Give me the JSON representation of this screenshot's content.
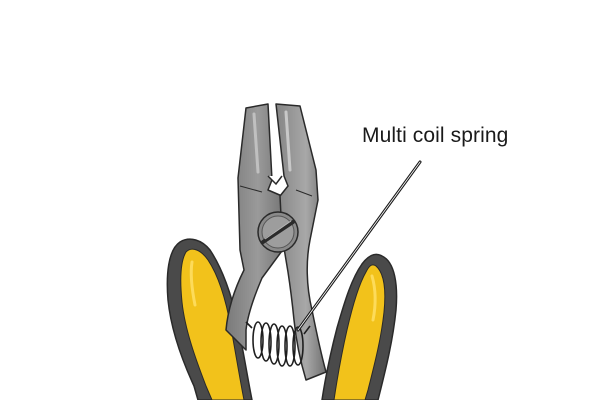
{
  "callout": {
    "label": "Multi coil spring"
  },
  "colors": {
    "background": "#ffffff",
    "steel_dark": "#6e6e6e",
    "steel_mid": "#8c8c8c",
    "steel_light": "#b4b4b4",
    "handle_yellow": "#f2c21b",
    "handle_grip": "#4a4a4a",
    "outline": "#2a2a2a"
  },
  "icons": {
    "tool": "side-cutter-pliers",
    "spring": "coil-spring",
    "pointer": "leader-line"
  }
}
